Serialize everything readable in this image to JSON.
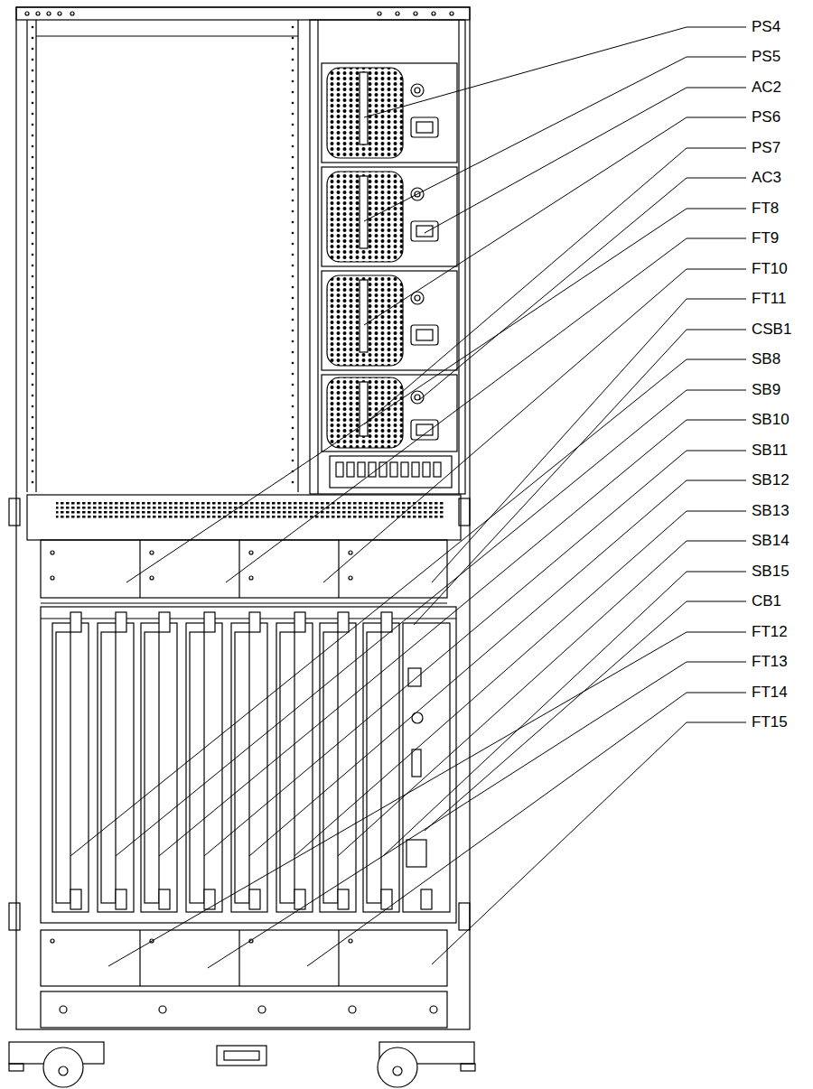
{
  "diagram": {
    "labels": [
      "PS4",
      "PS5",
      "AC2",
      "PS6",
      "PS7",
      "AC3",
      "FT8",
      "FT9",
      "FT10",
      "FT11",
      "CSB1",
      "SB8",
      "SB9",
      "SB10",
      "SB11",
      "SB12",
      "SB13",
      "SB14",
      "SB15",
      "CB1",
      "FT12",
      "FT13",
      "FT14",
      "FT15"
    ]
  }
}
